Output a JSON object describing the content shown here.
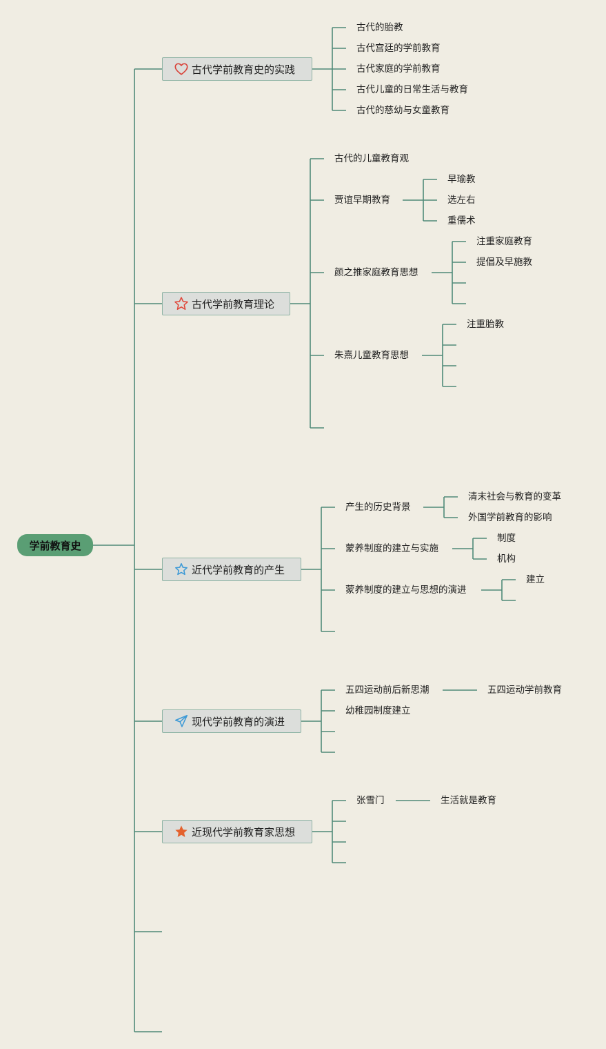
{
  "root": {
    "label": "学前教育史"
  },
  "branches": [
    {
      "label": "古代学前教育史的实践",
      "icon": "heart-outline-icon",
      "children": [
        "古代的胎教",
        "古代宫廷的学前教育",
        "古代家庭的学前教育",
        "古代儿童的日常生活与教育",
        "古代的慈幼与女童教育"
      ]
    },
    {
      "label": "古代学前教育理论",
      "icon": "star-outline-icon",
      "children": [
        {
          "label": "古代的儿童教育观"
        },
        {
          "label": "贾谊早期教育",
          "children": [
            "早瑜教",
            "选左右",
            "重儒术"
          ]
        },
        {
          "label": "颜之推家庭教育思想",
          "children": [
            "注重家庭教育",
            "提倡及早施教",
            "",
            ""
          ]
        },
        {
          "label": "朱熹儿童教育思想",
          "children": [
            "注重胎教",
            "",
            "",
            ""
          ]
        },
        {
          "label": ""
        }
      ]
    },
    {
      "label": "近代学前教育的产生",
      "icon": "star-outline-blue-icon",
      "children": [
        {
          "label": "产生的历史背景",
          "children": [
            "清末社会与教育的变革",
            "外国学前教育的影响"
          ]
        },
        {
          "label": "蒙养制度的建立与实施",
          "children": [
            "制度",
            "机构"
          ]
        },
        {
          "label": "蒙养制度的建立与思想的演进",
          "children": [
            "建立",
            ""
          ]
        },
        {
          "label": ""
        }
      ]
    },
    {
      "label": "现代学前教育的演进",
      "icon": "paper-plane-icon",
      "children": [
        {
          "label": "五四运动前后新思潮",
          "children": [
            "五四运动学前教育"
          ]
        },
        {
          "label": "幼稚园制度建立"
        },
        {
          "label": ""
        },
        {
          "label": ""
        }
      ]
    },
    {
      "label": "近现代学前教育家思想",
      "icon": "star-filled-icon",
      "children": [
        {
          "label": "张雪门",
          "children": [
            "生活就是教育"
          ]
        },
        {
          "label": ""
        },
        {
          "label": ""
        },
        {
          "label": ""
        }
      ]
    }
  ],
  "colors": {
    "background": "#f0ede3",
    "line": "#4f8a78",
    "root_fill": "#5a9e74",
    "branch_fill": "#dcdedb",
    "heart": "#d9443b",
    "star_outline": "#e0473a",
    "star_blue": "#3e9ad6",
    "plane": "#3e9ad6",
    "star_filled": "#e4622e"
  }
}
